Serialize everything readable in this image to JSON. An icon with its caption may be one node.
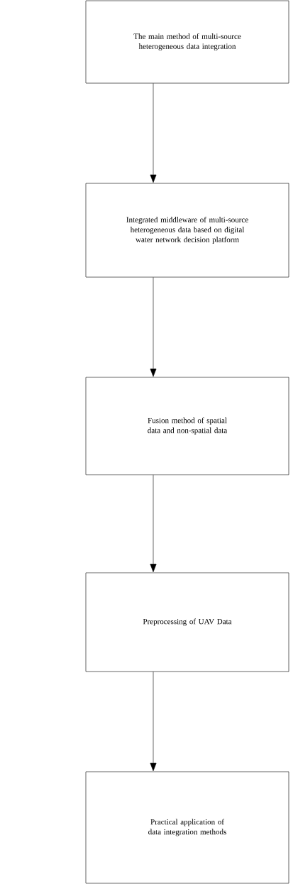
{
  "diagram": {
    "nodes": [
      {
        "text": [
          "The main method of multi-source heterogeneous data integration"
        ]
      },
      {
        "text": [
          "Integrated middleware of multi-source heterogeneous data based on digital water network decision platform"
        ]
      },
      {
        "text": [
          "Fusion method of spatial data and non-spatial data"
        ]
      },
      {
        "text": [
          "Preprocessing of UAV Data"
        ]
      },
      {
        "text": [
          "Practical application of data integration methods"
        ]
      }
    ],
    "edges": [
      {
        "from": 0,
        "to": 1,
        "arrow": "to"
      },
      {
        "from": 1,
        "to": 2,
        "arrow": "to"
      },
      {
        "from": 2,
        "to": 3,
        "arrow": "to"
      },
      {
        "from": 3,
        "to": 4,
        "arrow": "to"
      }
    ]
  }
}
